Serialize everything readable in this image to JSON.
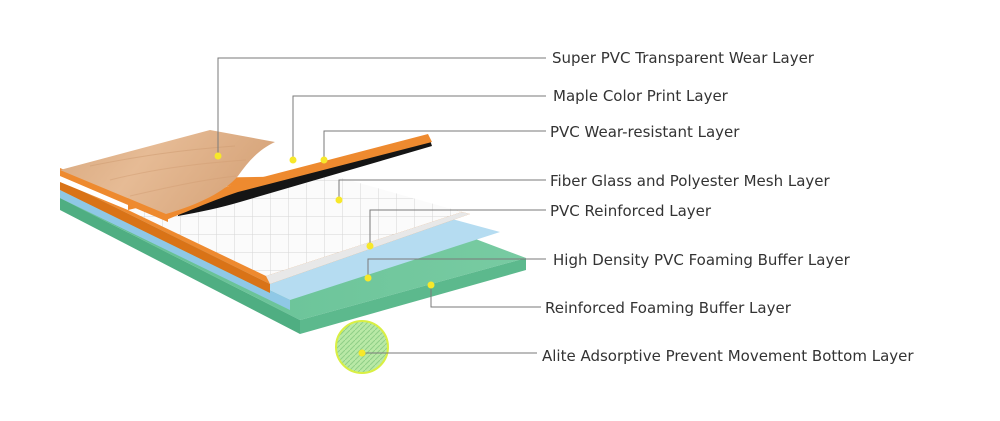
{
  "layers": [
    {
      "id": "super-pvc-transparent-wear-layer",
      "label": "Super PVC Transparent Wear Layer"
    },
    {
      "id": "maple-color-print-layer",
      "label": "Maple Color Print Layer"
    },
    {
      "id": "pvc-wear-resistant-layer",
      "label": "PVC Wear-resistant Layer"
    },
    {
      "id": "fiber-glass-polyester-mesh-layer",
      "label": "Fiber Glass and Polyester Mesh Layer"
    },
    {
      "id": "pvc-reinforced-layer",
      "label": "PVC Reinforced Layer"
    },
    {
      "id": "high-density-pvc-foaming-buffer-layer",
      "label": "High Density PVC Foaming Buffer Layer"
    },
    {
      "id": "reinforced-foaming-buffer-layer",
      "label": "Reinforced Foaming Buffer Layer"
    },
    {
      "id": "alite-adsorptive-bottom-layer",
      "label": "Alite Adsorptive Prevent Movement Bottom Layer"
    }
  ],
  "colors": {
    "wood": "#e2b58f",
    "wood_dark": "#cf9a70",
    "orange": "#ee8a2f",
    "black": "#151515",
    "mesh": "#fbfbfb",
    "blue": "#b5dcf1",
    "green": "#6cc49a",
    "green_dark": "#4fae82",
    "marker": "#f7e82a",
    "leader": "#7a7a7a",
    "text": "#333333"
  }
}
